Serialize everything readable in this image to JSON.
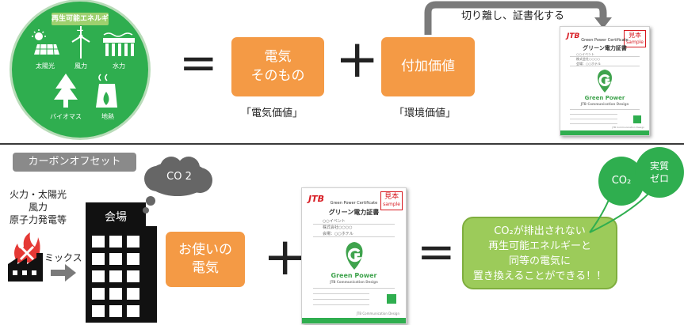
{
  "top": {
    "renewable": {
      "title": "再生可能エネルギー",
      "icons": [
        "太陽光",
        "風力",
        "水力",
        "バイオマス",
        "地熱"
      ]
    },
    "equals": "=",
    "plus": "+",
    "box_electricity": [
      "電気",
      "そのもの"
    ],
    "caption_electricity": "「電気価値」",
    "box_added_value": "付加価値",
    "caption_environment": "「環境価値」",
    "arrow_label": "切り離し、証書化する"
  },
  "certificate": {
    "brand": "JTB",
    "stamp_main": "見本",
    "stamp_sub": "sample",
    "top_line": "Green Power Certificate",
    "title": "グリーン電力証書",
    "event_label": "○○イベント",
    "company": "株式会社○○○○",
    "venue": "会場：○○ホテル",
    "gp_name": "Green Power",
    "gp_sub": "JTB Communication Design",
    "footer": "JTB Communication Design"
  },
  "bottom": {
    "section_label": "カーボンオフセット",
    "sources": [
      "火力・太陽光",
      "風力",
      "原子力発電等"
    ],
    "mix_label": "ミックス",
    "venue_label": "会場",
    "cloud_label": "CO 2",
    "box_usage": [
      "お使いの",
      "電気"
    ],
    "plus": "+",
    "equals": "=",
    "result_text": [
      "CO₂が排出されない",
      "再生可能エネルギーと",
      "同等の電気に",
      "置き換えることができる！！"
    ],
    "balloon_co2": "CO₂",
    "balloon_zero": [
      "実質",
      "ゼロ"
    ]
  }
}
